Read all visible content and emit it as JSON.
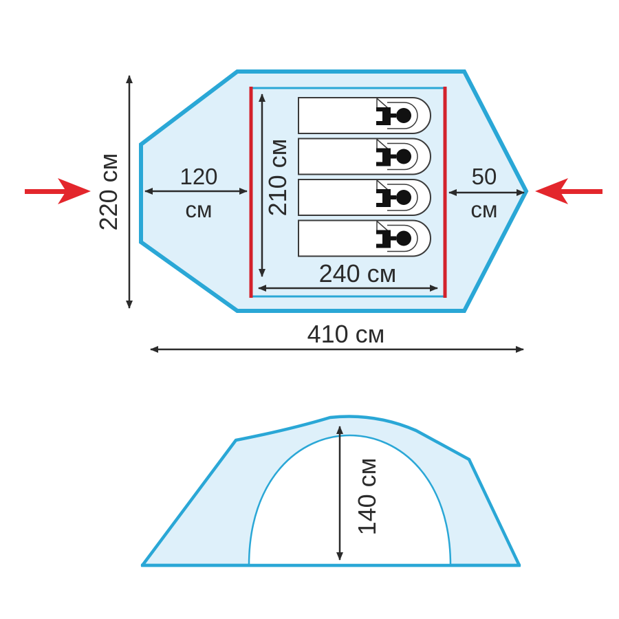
{
  "colors": {
    "outline": "#2aa7d6",
    "fill": "#def0fa",
    "inner_tent": "#d3212b",
    "dim_line": "#2b2b2b",
    "entry_arrow": "#e3262c",
    "bag_outline": "#3a3a3a",
    "bag_fill": "#ffffff",
    "figure": "#111111"
  },
  "plan": {
    "total_width": "220 см",
    "total_length": "410 см",
    "left_vestibule_value": "120",
    "left_vestibule_unit": "см",
    "right_vestibule_value": "50",
    "right_vestibule_unit": "см",
    "inner_width": "210 см",
    "inner_length": "240 см",
    "sleeping_places": 4
  },
  "side_view": {
    "height": "140 см"
  }
}
